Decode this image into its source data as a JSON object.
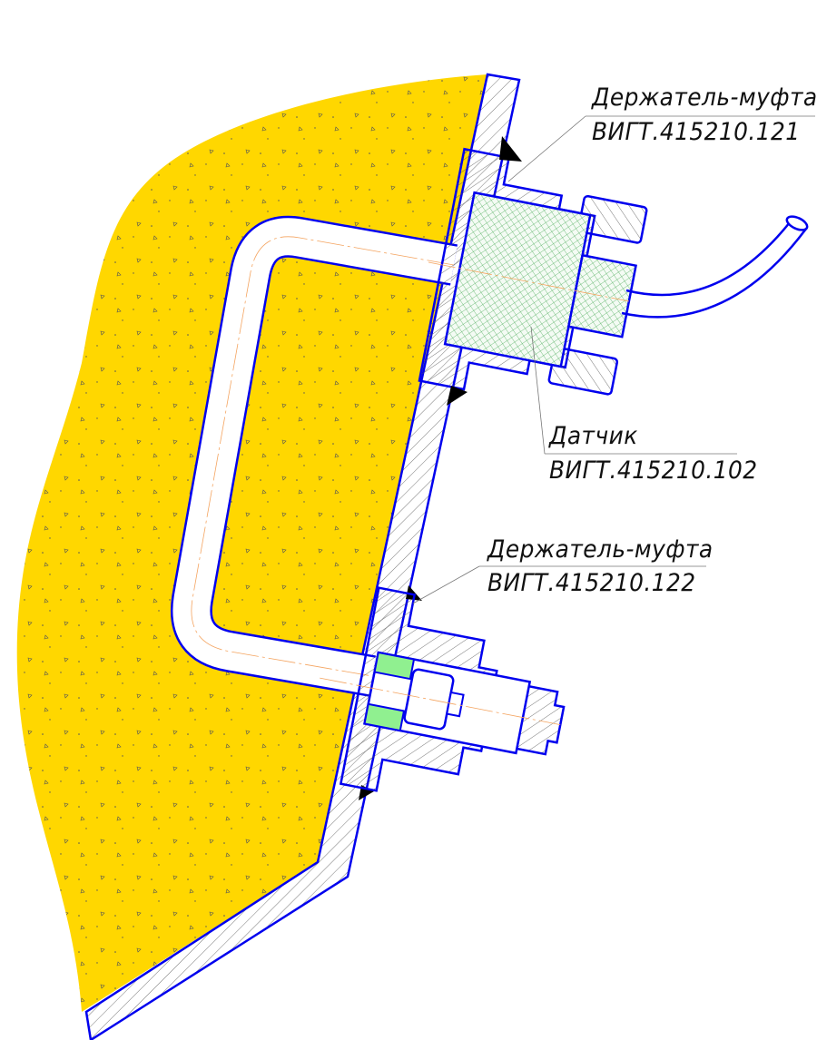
{
  "labels": [
    {
      "name": "Держатель-муфта",
      "code": "ВИГТ.415210.121"
    },
    {
      "name": "Датчик",
      "code": "ВИГТ.415210.102"
    },
    {
      "name": "Держатель-муфта",
      "code": "ВИГТ.415210.122"
    }
  ],
  "colors": {
    "line": "#0000ee",
    "fill_material": "#ffd700",
    "sensor_hatch": "#2e9e3e",
    "seal": "#90f090",
    "centerline": "#f4a460"
  }
}
